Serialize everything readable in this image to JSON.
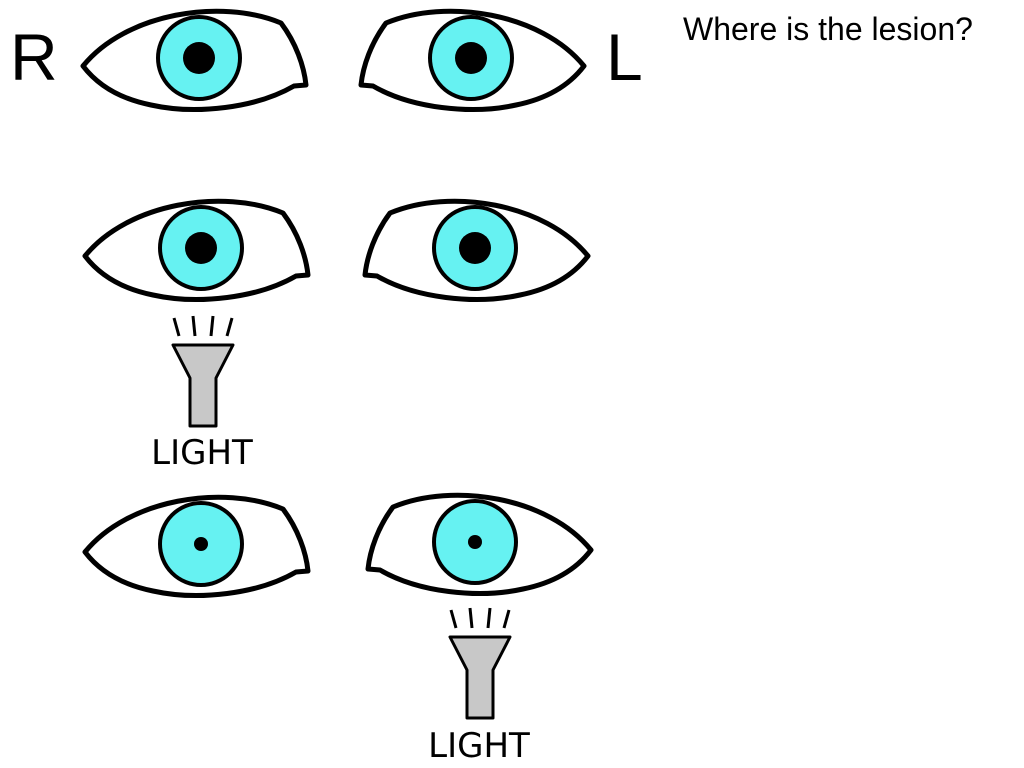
{
  "question": "Where is the lesion?",
  "side_labels": {
    "right": "R",
    "left": "L"
  },
  "flashlight_label": "LIGHT",
  "rows": [
    {
      "right_pupil": "dilated",
      "left_pupil": "dilated",
      "light_on": "none"
    },
    {
      "right_pupil": "dilated",
      "left_pupil": "dilated",
      "light_on": "right"
    },
    {
      "right_pupil": "constricted",
      "left_pupil": "constricted",
      "light_on": "left"
    }
  ],
  "colors": {
    "iris": "#66f2f2",
    "pupil": "#000000",
    "outline": "#000000",
    "sclera": "#ffffff",
    "flashlight_body": "#c8c8c8"
  },
  "icons": {
    "eye": "eye-icon",
    "flashlight": "flashlight-icon"
  }
}
